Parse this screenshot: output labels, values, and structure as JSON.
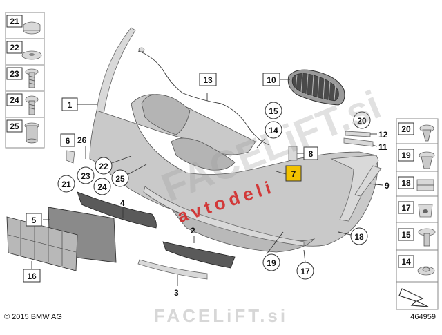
{
  "copyright": "© 2015 BMW AG",
  "diagram_number": "464959",
  "watermarks": {
    "large": "FACELiFT.si",
    "red": "avtodeli",
    "bottom": "FACELiFT.si"
  },
  "left_column_labels": [
    "21",
    "22",
    "23",
    "24",
    "25"
  ],
  "right_column_labels": [
    "20",
    "19",
    "18",
    "17",
    "15",
    "14"
  ],
  "callouts": {
    "p1": "1",
    "p2": "2",
    "p3": "3",
    "p4": "4",
    "p5": "5",
    "p6": "6",
    "p7": "7",
    "p8": "8",
    "p9": "9",
    "p10": "10",
    "p11": "11",
    "p12": "12",
    "p13": "13",
    "p14": "14",
    "p15": "15",
    "p16": "16",
    "p17": "17",
    "p18": "18",
    "p19": "19",
    "p20": "20",
    "p21": "21",
    "p22": "22",
    "p23": "23",
    "p24": "24",
    "p25": "25",
    "p26": "26"
  },
  "colors": {
    "highlight": "#f2c200",
    "watermark_red": "#d42020"
  }
}
